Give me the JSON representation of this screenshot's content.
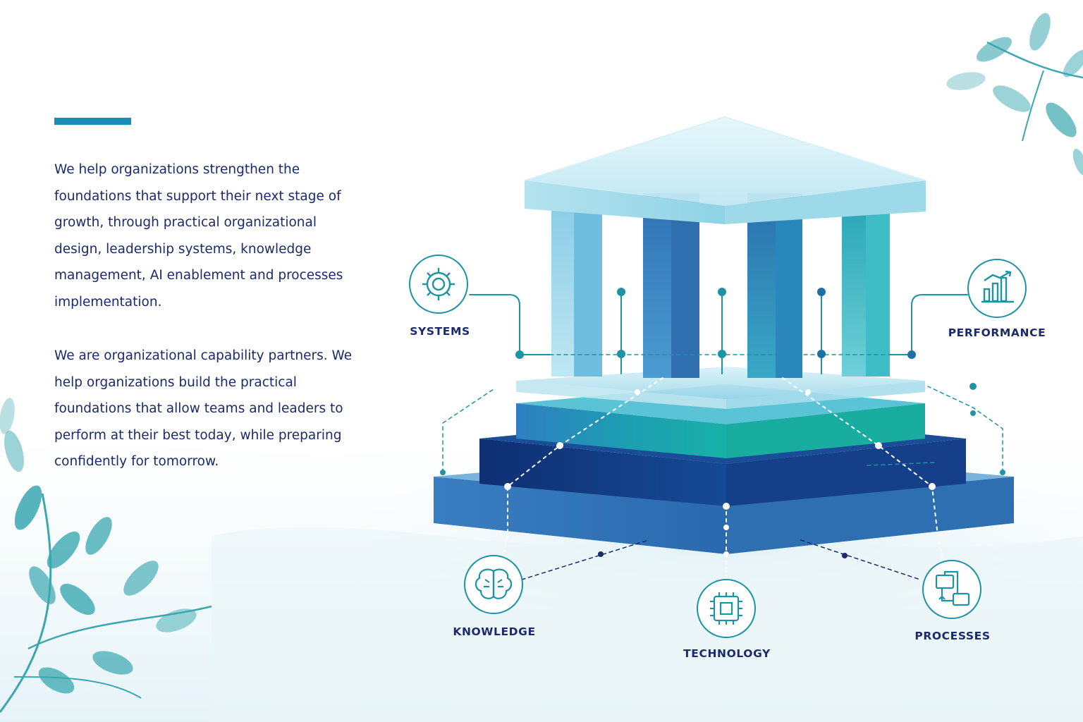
{
  "copy": {
    "paragraph_1": "We help organizations strengthen the foundations that support their next stage of growth, through practical organizational design, leadership systems, knowledge management, AI enablement and processes implementation.",
    "paragraph_2": "We are organizational capability partners. We help organizations build the practical foundations that allow teams and leaders to perform at their best today, while preparing confidently for tomorrow."
  },
  "nodes": {
    "systems": {
      "label": "SYSTEMS",
      "icon": "gear-icon"
    },
    "performance": {
      "label": "PERFORMANCE",
      "icon": "bar-chart-icon"
    },
    "knowledge": {
      "label": "KNOWLEDGE",
      "icon": "brain-icon"
    },
    "technology": {
      "label": "TECHNOLOGY",
      "icon": "microchip-icon"
    },
    "processes": {
      "label": "PROCESSES",
      "icon": "workflow-icon"
    }
  },
  "colors": {
    "navy_text": "#1b2a6b",
    "accent_bar": "#1a8cb8",
    "icon_teal": "#1d93a3",
    "dark_step": "#123a84",
    "leaf_teal": "#3aa7b0"
  }
}
